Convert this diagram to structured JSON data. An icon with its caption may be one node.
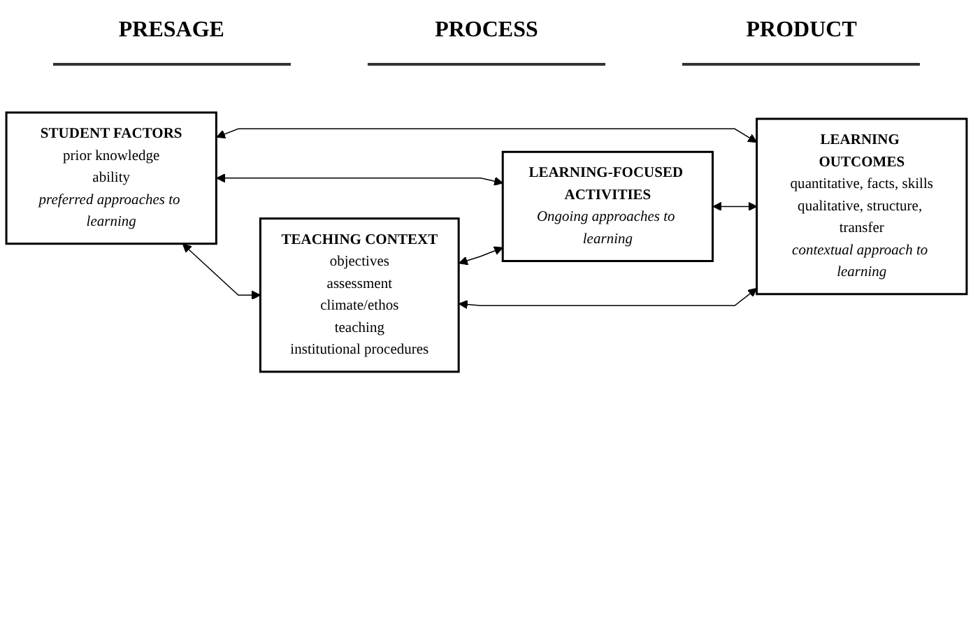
{
  "diagram": {
    "nodes": [
      {
        "text": [
          "STUDENT FACTORS",
          "prior knowledge",
          "ability",
          "preferred approaches to learning"
        ]
      },
      {
        "text": [
          "LEARNING-FOCUSED ACTIVITIES",
          "Ongoing approaches to learning"
        ]
      },
      {
        "text": [
          "LEARNING OUTCOMES",
          "quantitative, facts, skills",
          "qualitative, structure, transfer",
          "contextual approach to learning"
        ]
      },
      {
        "text": [
          "TEACHING CONTEXT",
          "objectives",
          "assessment",
          "climate/ethos",
          "teaching",
          "institutional procedures"
        ]
      }
    ],
    "edges": [
      {
        "from": 0,
        "to": 2,
        "arrow": "both"
      },
      {
        "from": 0,
        "to": 1,
        "arrow": "both"
      },
      {
        "from": 0,
        "to": 3,
        "arrow": "both"
      },
      {
        "from": 1,
        "to": 2,
        "arrow": "both"
      },
      {
        "from": 3,
        "to": 1,
        "arrow": "both"
      },
      {
        "from": 3,
        "to": 2,
        "arrow": "both"
      }
    ],
    "labels": [
      "PRESAGE",
      "PROCESS",
      "PRODUCT"
    ]
  }
}
